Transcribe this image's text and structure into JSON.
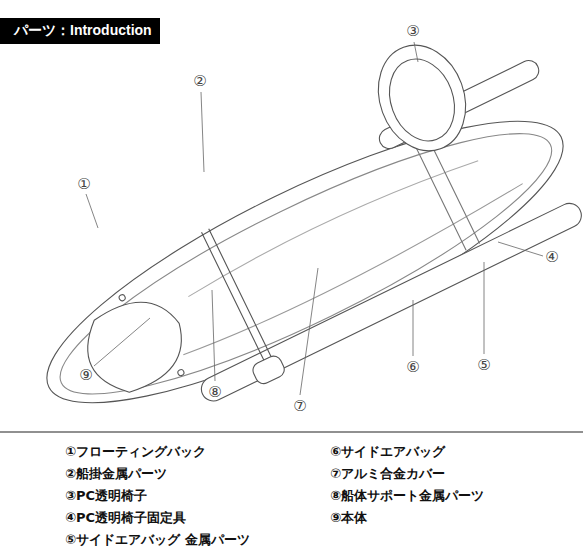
{
  "diagram": {
    "title": "パーツ：Introduction",
    "labels": [
      "①",
      "②",
      "③",
      "④",
      "⑤",
      "⑥",
      "⑦",
      "⑧",
      "⑨",
      "①フローティングバック",
      "②船掛金属パーツ",
      "③PC透明椅子",
      "④PC透明椅子固定具",
      "⑤サイドエアバッグ 金属パーツ",
      "⑥サイドエアバッグ",
      "⑦アルミ合金カバー",
      "⑧船体サポート金属パーツ",
      "⑨本体"
    ]
  }
}
